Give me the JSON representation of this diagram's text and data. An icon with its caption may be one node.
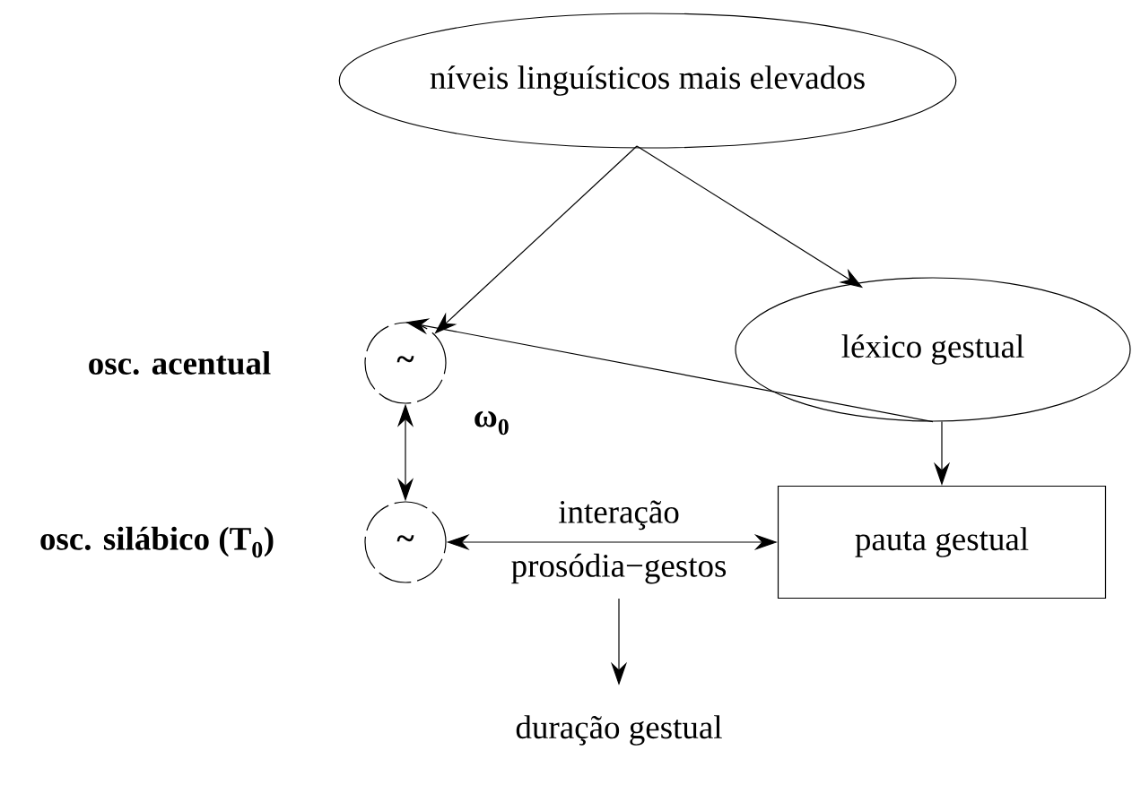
{
  "diagram": {
    "nodes": [
      {
        "text": [
          "níveis linguísticos mais elevados"
        ]
      },
      {
        "text": [
          "~"
        ],
        "beside": [
          "osc. acentual"
        ]
      },
      {
        "text": [
          "léxico gestual"
        ]
      },
      {
        "text": [
          "~"
        ],
        "beside": [
          "osc. silábico (T$_{0}$)"
        ]
      },
      {
        "text": [
          "pauta gestual"
        ]
      },
      {
        "text": [
          "duração gestual"
        ]
      }
    ],
    "edges": [
      {
        "from": 0,
        "to": 1,
        "arrow": "to"
      },
      {
        "from": 0,
        "to": 2,
        "arrow": "to"
      },
      {
        "from": 2,
        "to": 1,
        "arrow": "to"
      },
      {
        "from": 1,
        "to": 3,
        "arrow": "both",
        "label": "ω$_{0}$"
      },
      {
        "from": 3,
        "to": 4,
        "arrow": "both",
        "label": "interação prosódia−gestos"
      },
      {
        "from": 2,
        "to": 4,
        "arrow": "to"
      },
      {
        "from": null,
        "to": 5,
        "arrow": "to"
      }
    ]
  }
}
